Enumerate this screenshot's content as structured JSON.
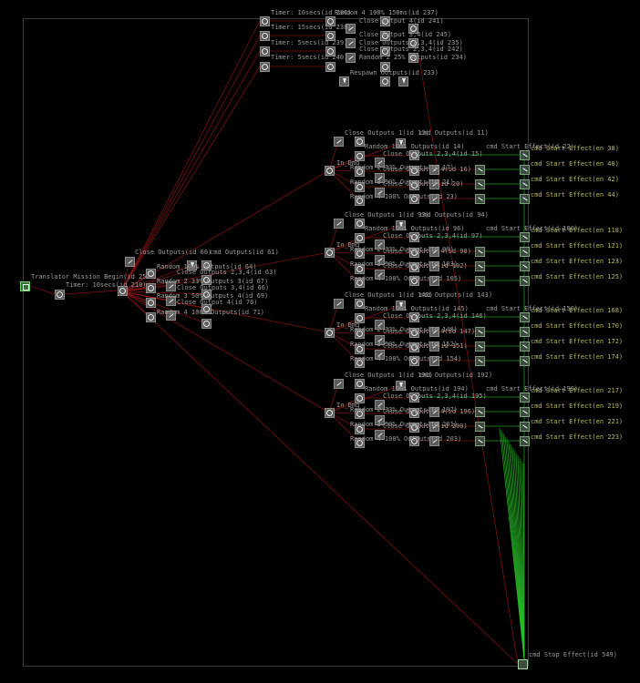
{
  "colors": {
    "background": "#000000",
    "edge": "#b01818",
    "edge_green": "#29c229",
    "node": "#5a5a5a",
    "label": "#9b9b9b",
    "effect_label": "#b9b95a"
  },
  "labels": {
    "mission_begin": "Translator Mission Begin(id 25)",
    "main_timer": "Timer: 10secs(id 210)",
    "close_outputs_a": "Close Outputs(id 60)",
    "cmd_outputs_a": "cmd Outputs(id 61)",
    "random_a": "Random 100% Outputs(id 64)",
    "close_out_a": "Close Outputs 2,3,4(id 63)",
    "random_a2": "Random 2 33% Outputs 3(id 67)",
    "close_out_a2": "Close Outputs 3,4(id 66)",
    "random_a3": "Random 3 50% Outputs 4(id 69)",
    "close_out_a3": "Close Output 4(id 70)",
    "random_a4": "Random 4 100% Outputs(id 71)",
    "timer_t1": "Timer: 10secs(id 236)",
    "timer_t2": "Timer: 15secs(id 238)",
    "timer_t3": "Timer: 5secs(id 239)",
    "timer_t4": "Timer: 5secs(id 240)",
    "random_t": "Random 4 100% 150ms(id 237)",
    "close_t1": "Close Output 4(id 241)",
    "close_t2": "Close Output 3,4(id 245)",
    "close_t3": "Close Outputs 2,3,4(id 242)",
    "close_t4": "Close Outputs 2,3,4(id 235)",
    "close_t5": "Random 2 25% Outputs(id 234)",
    "respawn": "Respawn Outputs(id 233)",
    "g1_close": "Close Outputs 1(id 13)",
    "g1_cmd": "cmd Outputs(id 11)",
    "g1_random": "Random 100% Outputs(id 14)",
    "g1_in": "In_Dmg",
    "g1_close2": "Close Outputs 2,3,4(id 15)",
    "g1_close3": "Close Output 3,4(id 16)",
    "g1_close4": "Close Output 4(id 20)",
    "g1_rnd2": "Random 2 33% Outputs(id 17)",
    "g1_rnd3": "Random 3 50% Outputs(id 21)",
    "g1_rnd4": "Random 4 100% Outputs(id 23)",
    "g1_start": "cmd Start Effect(id 22)",
    "g2_close": "Close Outputs 1(id 93)",
    "g2_cmd": "cmd Outputs(id 94)",
    "g2_random": "Random 100% Outputs(id 96)",
    "g2_in": "In_Dmg",
    "g2_close2": "Close Outputs 2,3,4(id 97)",
    "g2_close3": "Close Output 3,4(id 98)",
    "g2_close4": "Close Output 4(id 102)",
    "g2_rnd2": "Random 2 33% Outputs(id 99)",
    "g2_rnd3": "Random 3 50% Outputs(id 103)",
    "g2_rnd4": "Random 4 100% Outputs(id 105)",
    "g2_start": "cmd Start Effect(id 100)",
    "g3_close": "Close Outputs 1(id 142)",
    "g3_cmd": "cmd Outputs(id 143)",
    "g3_random": "Random 100% Outputs(id 145)",
    "g3_in": "In_Dmg",
    "g3_close2": "Close Outputs 2,3,4(id 146)",
    "g3_close3": "Close Output 3,4(id 147)",
    "g3_close4": "Close Output 4(id 151)",
    "g3_rnd2": "Random 2 33% Outputs(id 148)",
    "g3_rnd3": "Random 3 50% Outputs(id 152)",
    "g3_rnd4": "Random 4 100% Outputs(id 154)",
    "g3_start": "cmd Start Effect(id 150)",
    "g4_close": "Close Outputs 1(id 191)",
    "g4_cmd": "cmd Outputs(id 192)",
    "g4_random": "Random 100% Outputs(id 194)",
    "g4_in": "In_Dmg",
    "g4_close2": "Close Outputs 2,3,4(id 195)",
    "g4_close3": "Close Output 3,4(id 196)",
    "g4_close4": "Close Output 4(id 200)",
    "g4_rnd2": "Random 2 33% Outputs(id 197)",
    "g4_rnd3": "Random 3 50% Outputs(id 201)",
    "g4_rnd4": "Random 4 100% Outputs(id 203)",
    "g4_start": "cmd Start Effect(id 199)",
    "fx_1": "cmd Start Effect(en 38)",
    "fx_2": "cmd Start Effect(en 40)",
    "fx_3": "cmd Start Effect(en 42)",
    "fx_4": "cmd Start Effect(en 44)",
    "fx_5": "cmd Start Effect(en 118)",
    "fx_6": "cmd Start Effect(en 121)",
    "fx_7": "cmd Start Effect(en 123)",
    "fx_8": "cmd Start Effect(en 125)",
    "fx_9": "cmd Start Effect(en 168)",
    "fx_10": "cmd Start Effect(en 170)",
    "fx_11": "cmd Start Effect(en 172)",
    "fx_12": "cmd Start Effect(en 174)",
    "fx_13": "cmd Start Effect(en 217)",
    "fx_14": "cmd Start Effect(en 219)",
    "fx_15": "cmd Start Effect(en 221)",
    "fx_16": "cmd Start Effect(en 223)",
    "stop_effect": "cmd Stop Effect(id 549)"
  }
}
